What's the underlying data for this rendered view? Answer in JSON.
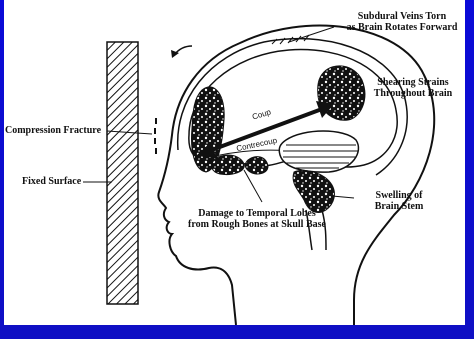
{
  "labels": {
    "subdural": "Subdural Veins Torn\nas Brain Rotates Forward",
    "shearing": "Shearing Strains\nThroughout Brain",
    "compression": "Compression Fracture",
    "fixed_surface": "Fixed Surface",
    "swelling": "Swelling of\nBrain Stem",
    "damage": "Damage to Temporal Lobes\nfrom Rough Bones at Skull Base",
    "coup": "Coup",
    "contrecoup": "Contrecoup"
  },
  "colors": {
    "background": "#0f0fc4",
    "panel": "#ffffff",
    "ink": "#111111"
  }
}
